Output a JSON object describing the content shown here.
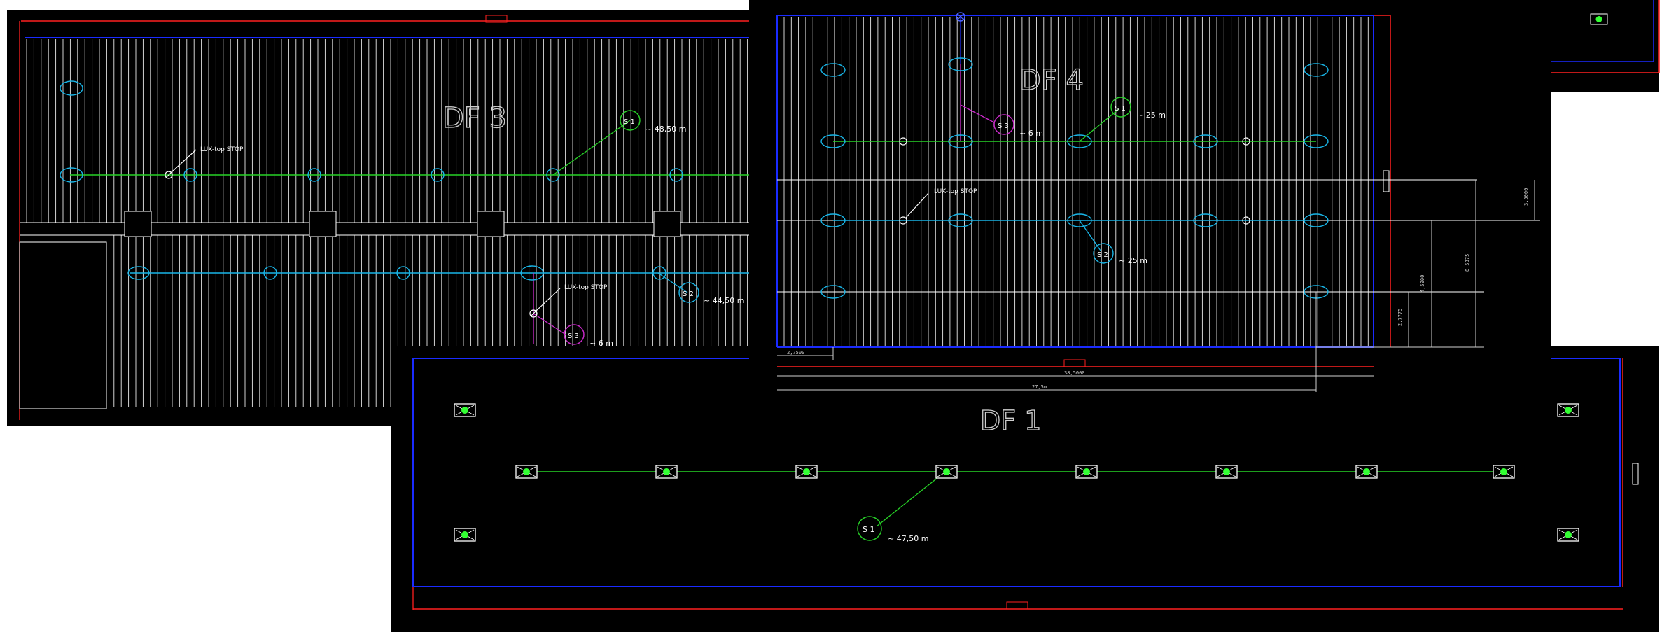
{
  "palette": {
    "background": "#000000",
    "frame": "#ffffff",
    "roof_edge": "#1a2bff",
    "dimension": "#ff2020",
    "ribs": "#ffffff",
    "outlet_circle": "#19b6e8",
    "line_green": "#27d327",
    "line_cyan": "#19b6e8",
    "line_magenta": "#d02ad0",
    "outlet_box": "#ffffff",
    "outlet_fill": "#33ff33"
  },
  "drawing": {
    "df3": {
      "label": "DF 3",
      "tags": [
        {
          "id": "s1",
          "name": "S 1",
          "length": "~ 48,50 m"
        },
        {
          "id": "s2",
          "name": "S 2",
          "length": "~ 44,50 m"
        },
        {
          "id": "s3",
          "name": "S 3",
          "length": "~ 6 m"
        }
      ],
      "lux_labels": [
        "LUX-top STOP",
        "LUX-top STOP"
      ]
    },
    "df4": {
      "label": "DF 4",
      "tags": [
        {
          "id": "s1",
          "name": "S 1",
          "length": "~ 25 m"
        },
        {
          "id": "s2",
          "name": "S 2",
          "length": "~ 25 m"
        },
        {
          "id": "s3",
          "name": "S 3",
          "length": "~ 6 m"
        }
      ],
      "lux_labels": [
        "LUX-top STOP"
      ],
      "dims": {
        "d1": "2,7500",
        "d2": "38,5000",
        "d3": "27,5m",
        "v1": "3,5000",
        "v2": "4,5000",
        "v3": "8,5375",
        "v4": "2,7775"
      }
    },
    "df1": {
      "label": "DF 1",
      "tags": [
        {
          "id": "s1",
          "name": "S 1",
          "length": "~ 47,50 m"
        }
      ]
    }
  }
}
